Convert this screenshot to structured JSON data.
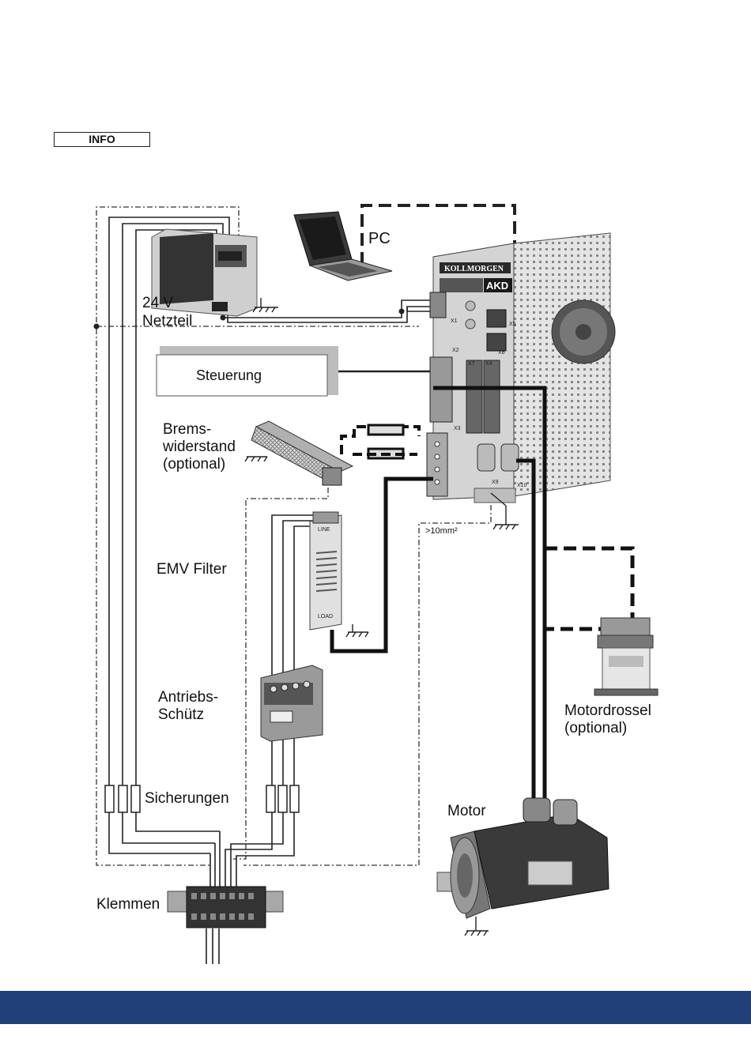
{
  "info_badge": "INFO",
  "labels": {
    "pc": "PC",
    "psu_line1": "24 V",
    "psu_line2": "Netzteil",
    "control": "Steuerung",
    "brake_line1": "Brems-",
    "brake_line2": "widerstand",
    "brake_line3": "(optional)",
    "emc_filter": "EMV Filter",
    "contactor_line1": "Antriebs-",
    "contactor_line2": "Schütz",
    "fuses": "Sicherungen",
    "motor": "Motor",
    "choke_line1": "Motordrossel",
    "choke_line2": "(optional)",
    "terminals": "Klemmen",
    "ground_cable": ">10mm²"
  },
  "device_marks": {
    "brand": "KOLLMORGEN",
    "model": "AKD",
    "conn_x1": "X1",
    "conn_x2": "X2",
    "conn_x3": "X3",
    "conn_x4": "X4",
    "conn_x5": "X5",
    "conn_x6": "X6",
    "conn_x7": "X7",
    "conn_x9": "X9",
    "conn_x10": "X10",
    "filter_line": "LINE",
    "filter_load": "LOAD"
  },
  "colors": {
    "footer": "#213f78",
    "wire": "#111111"
  }
}
